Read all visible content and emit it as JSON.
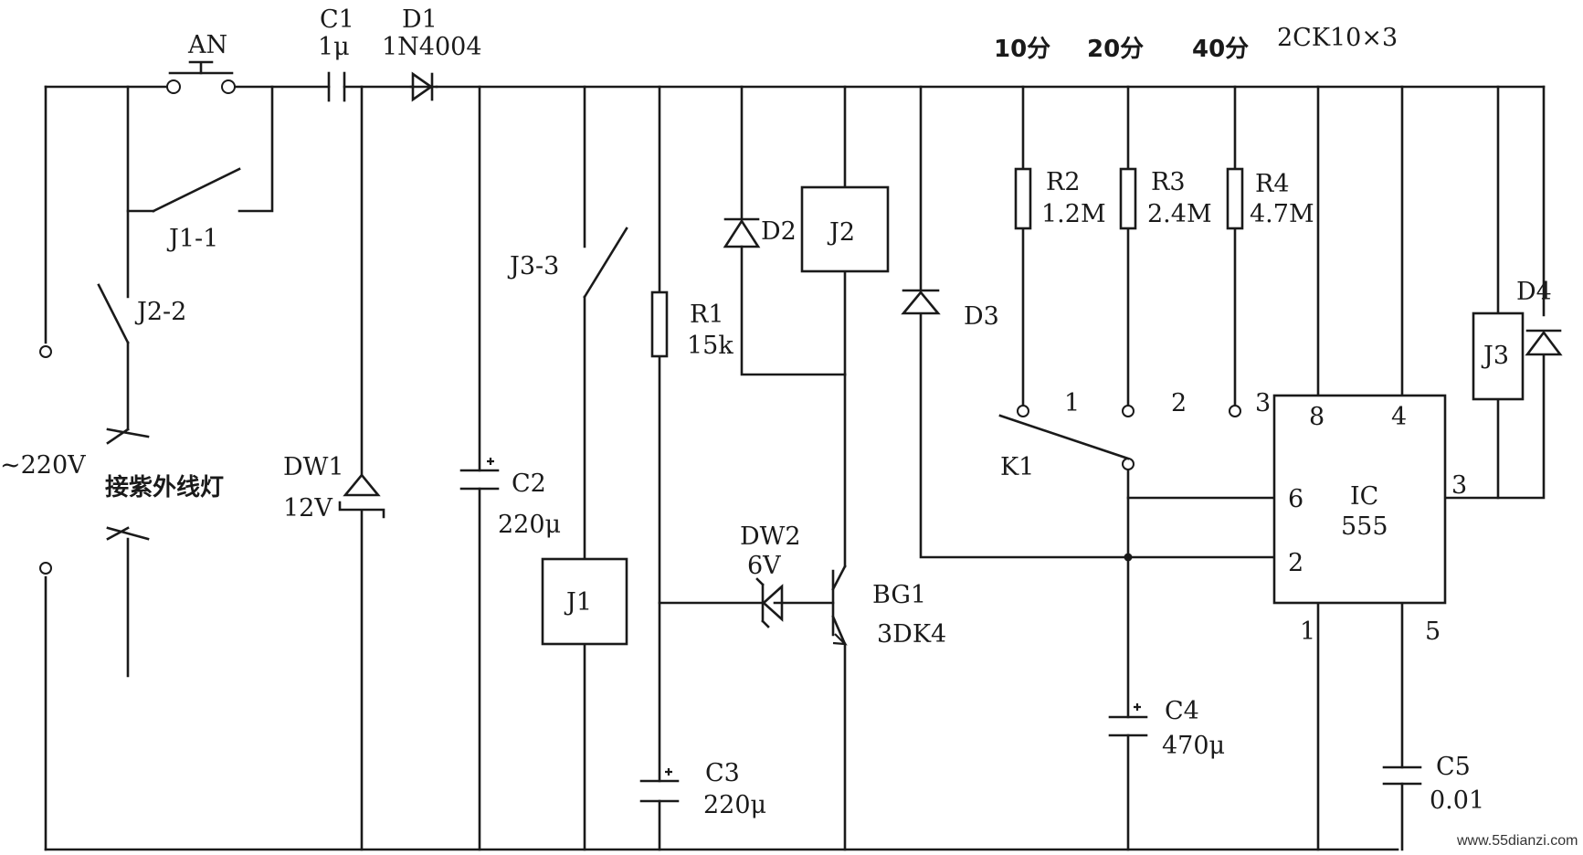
{
  "labels": {
    "an": "AN",
    "c1": "C1",
    "c1_val": "1μ",
    "d1": "D1",
    "d1_val": "1N4004",
    "t10": "10分",
    "t20": "20分",
    "t40": "40分",
    "d4_part": "2CK10×3",
    "j1_1": "J1-1",
    "j2_2": "J2-2",
    "j3_3": "J3-3",
    "r2": "R2",
    "r2_val": "1.2M",
    "r3": "R3",
    "r3_val": "2.4M",
    "r4": "R4",
    "r4_val": "4.7M",
    "d2": "D2",
    "j2": "J2",
    "d3": "D3",
    "d4": "D4",
    "j3": "J3",
    "r1": "R1",
    "r1_val": "15k",
    "pos1": "1",
    "pos2": "2",
    "pos3": "3",
    "pin8": "8",
    "pin4": "4",
    "pin6": "6",
    "pin2": "2",
    "pin3": "3",
    "pin1": "1",
    "pin5": "5",
    "ic": "IC",
    "ic_val": "555",
    "k1": "K1",
    "v220": "~220V",
    "lamp": "接紫外线灯",
    "dw1": "DW1",
    "dw1_val": "12V",
    "c2": "C2",
    "c2_val": "220μ",
    "j1": "J1",
    "dw2": "DW2",
    "dw2_val": "6V",
    "bg1": "BG1",
    "bg1_val": "3DK4",
    "c3": "C3",
    "c3_val": "220μ",
    "c4": "C4",
    "c4_val": "470μ",
    "c5": "C5",
    "c5_val": "0.01",
    "watermark": "www.55dianzi.com"
  }
}
